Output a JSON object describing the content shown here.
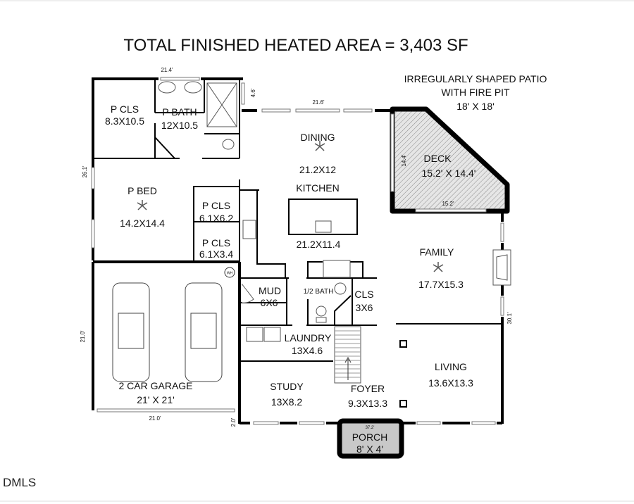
{
  "title": "TOTAL FINISHED HEATED AREA = 3,403 SF",
  "watermark": "DMLS",
  "patio": {
    "line1": "IRREGULARLY SHAPED PATIO",
    "line2": "WITH FIRE PIT",
    "size": "18' X 18'"
  },
  "rooms": [
    {
      "name": "P CLS",
      "size": "8.3X10.5"
    },
    {
      "name": "P BATH",
      "size": "12X10.5"
    },
    {
      "name": "DINING",
      "size": "21.2X12"
    },
    {
      "name": "DECK",
      "size": "15.2' X 14.4'"
    },
    {
      "name": "P BED",
      "size": "14.2X14.4"
    },
    {
      "name": "P CLS",
      "size": "6.1X6.2"
    },
    {
      "name": "KITCHEN",
      "size": "21.2X11.4"
    },
    {
      "name": "P CLS",
      "size": "6.1X3.4"
    },
    {
      "name": "FAMILY",
      "size": "17.7X15.3"
    },
    {
      "name": "MUD",
      "size": "6X6"
    },
    {
      "name": "1/2 BATH",
      "size": ""
    },
    {
      "name": "CLS",
      "size": "3X6"
    },
    {
      "name": "LAUNDRY",
      "size": "13X4.6"
    },
    {
      "name": "LIVING",
      "size": "13.6X13.3"
    },
    {
      "name": "2 CAR GARAGE",
      "size": "21' X 21'"
    },
    {
      "name": "STUDY",
      "size": "13X8.2"
    },
    {
      "name": "FOYER",
      "size": "9.3X13.3"
    },
    {
      "name": "PORCH",
      "size": "8' X 4'"
    }
  ],
  "dimensions": {
    "top_left": "21.4'",
    "bath_side": "4.6'",
    "dining_top": "21.6'",
    "left_side": "26.1'",
    "deck_side": "14.4'",
    "deck_bottom": "15.2'",
    "right_side": "30.1'",
    "garage_side": "21.0'",
    "garage_bottom": "21.0'",
    "garage_step": "2.0'",
    "porch": "37.2'"
  },
  "water_heater": "WH"
}
